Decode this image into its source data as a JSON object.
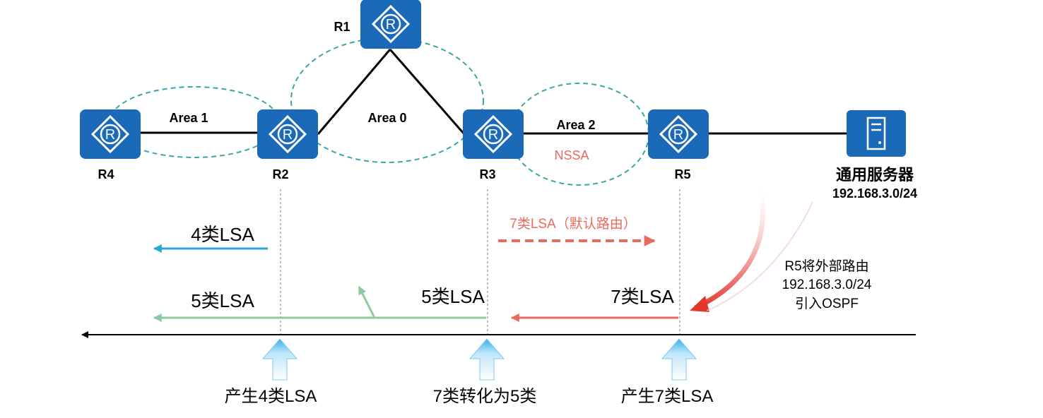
{
  "colors": {
    "router": "#1a6ab8",
    "ellipse": "#3aa6a6",
    "lsa4": "#2aa5d6",
    "lsa5": "#8ccaa0",
    "lsa7": "#e86b5f",
    "nssa_text": "#e86b5f",
    "axis": "#000000",
    "guide": "#bfbfbf"
  },
  "routers": {
    "r1": "R1",
    "r2": "R2",
    "r3": "R3",
    "r4": "R4",
    "r5": "R5"
  },
  "areas": {
    "area1": "Area 1",
    "area0": "Area 0",
    "area2": "Area 2",
    "nssa": "NSSA"
  },
  "server": {
    "icon": "server-icon",
    "name": "通用服务器",
    "network": "192.168.3.0/24"
  },
  "lsa_labels": {
    "lsa4": "4类LSA",
    "lsa5_left": "5类LSA",
    "lsa5_mid": "5类LSA",
    "lsa7_default": "7类LSA（默认路由）",
    "lsa7": "7类LSA"
  },
  "note": {
    "line1": "R5将外部路由",
    "line2": "192.168.3.0/24",
    "line3": "引入OSPF"
  },
  "events": {
    "r2": "产生4类LSA",
    "r3": "7类转化为5类",
    "r5": "产生7类LSA"
  }
}
